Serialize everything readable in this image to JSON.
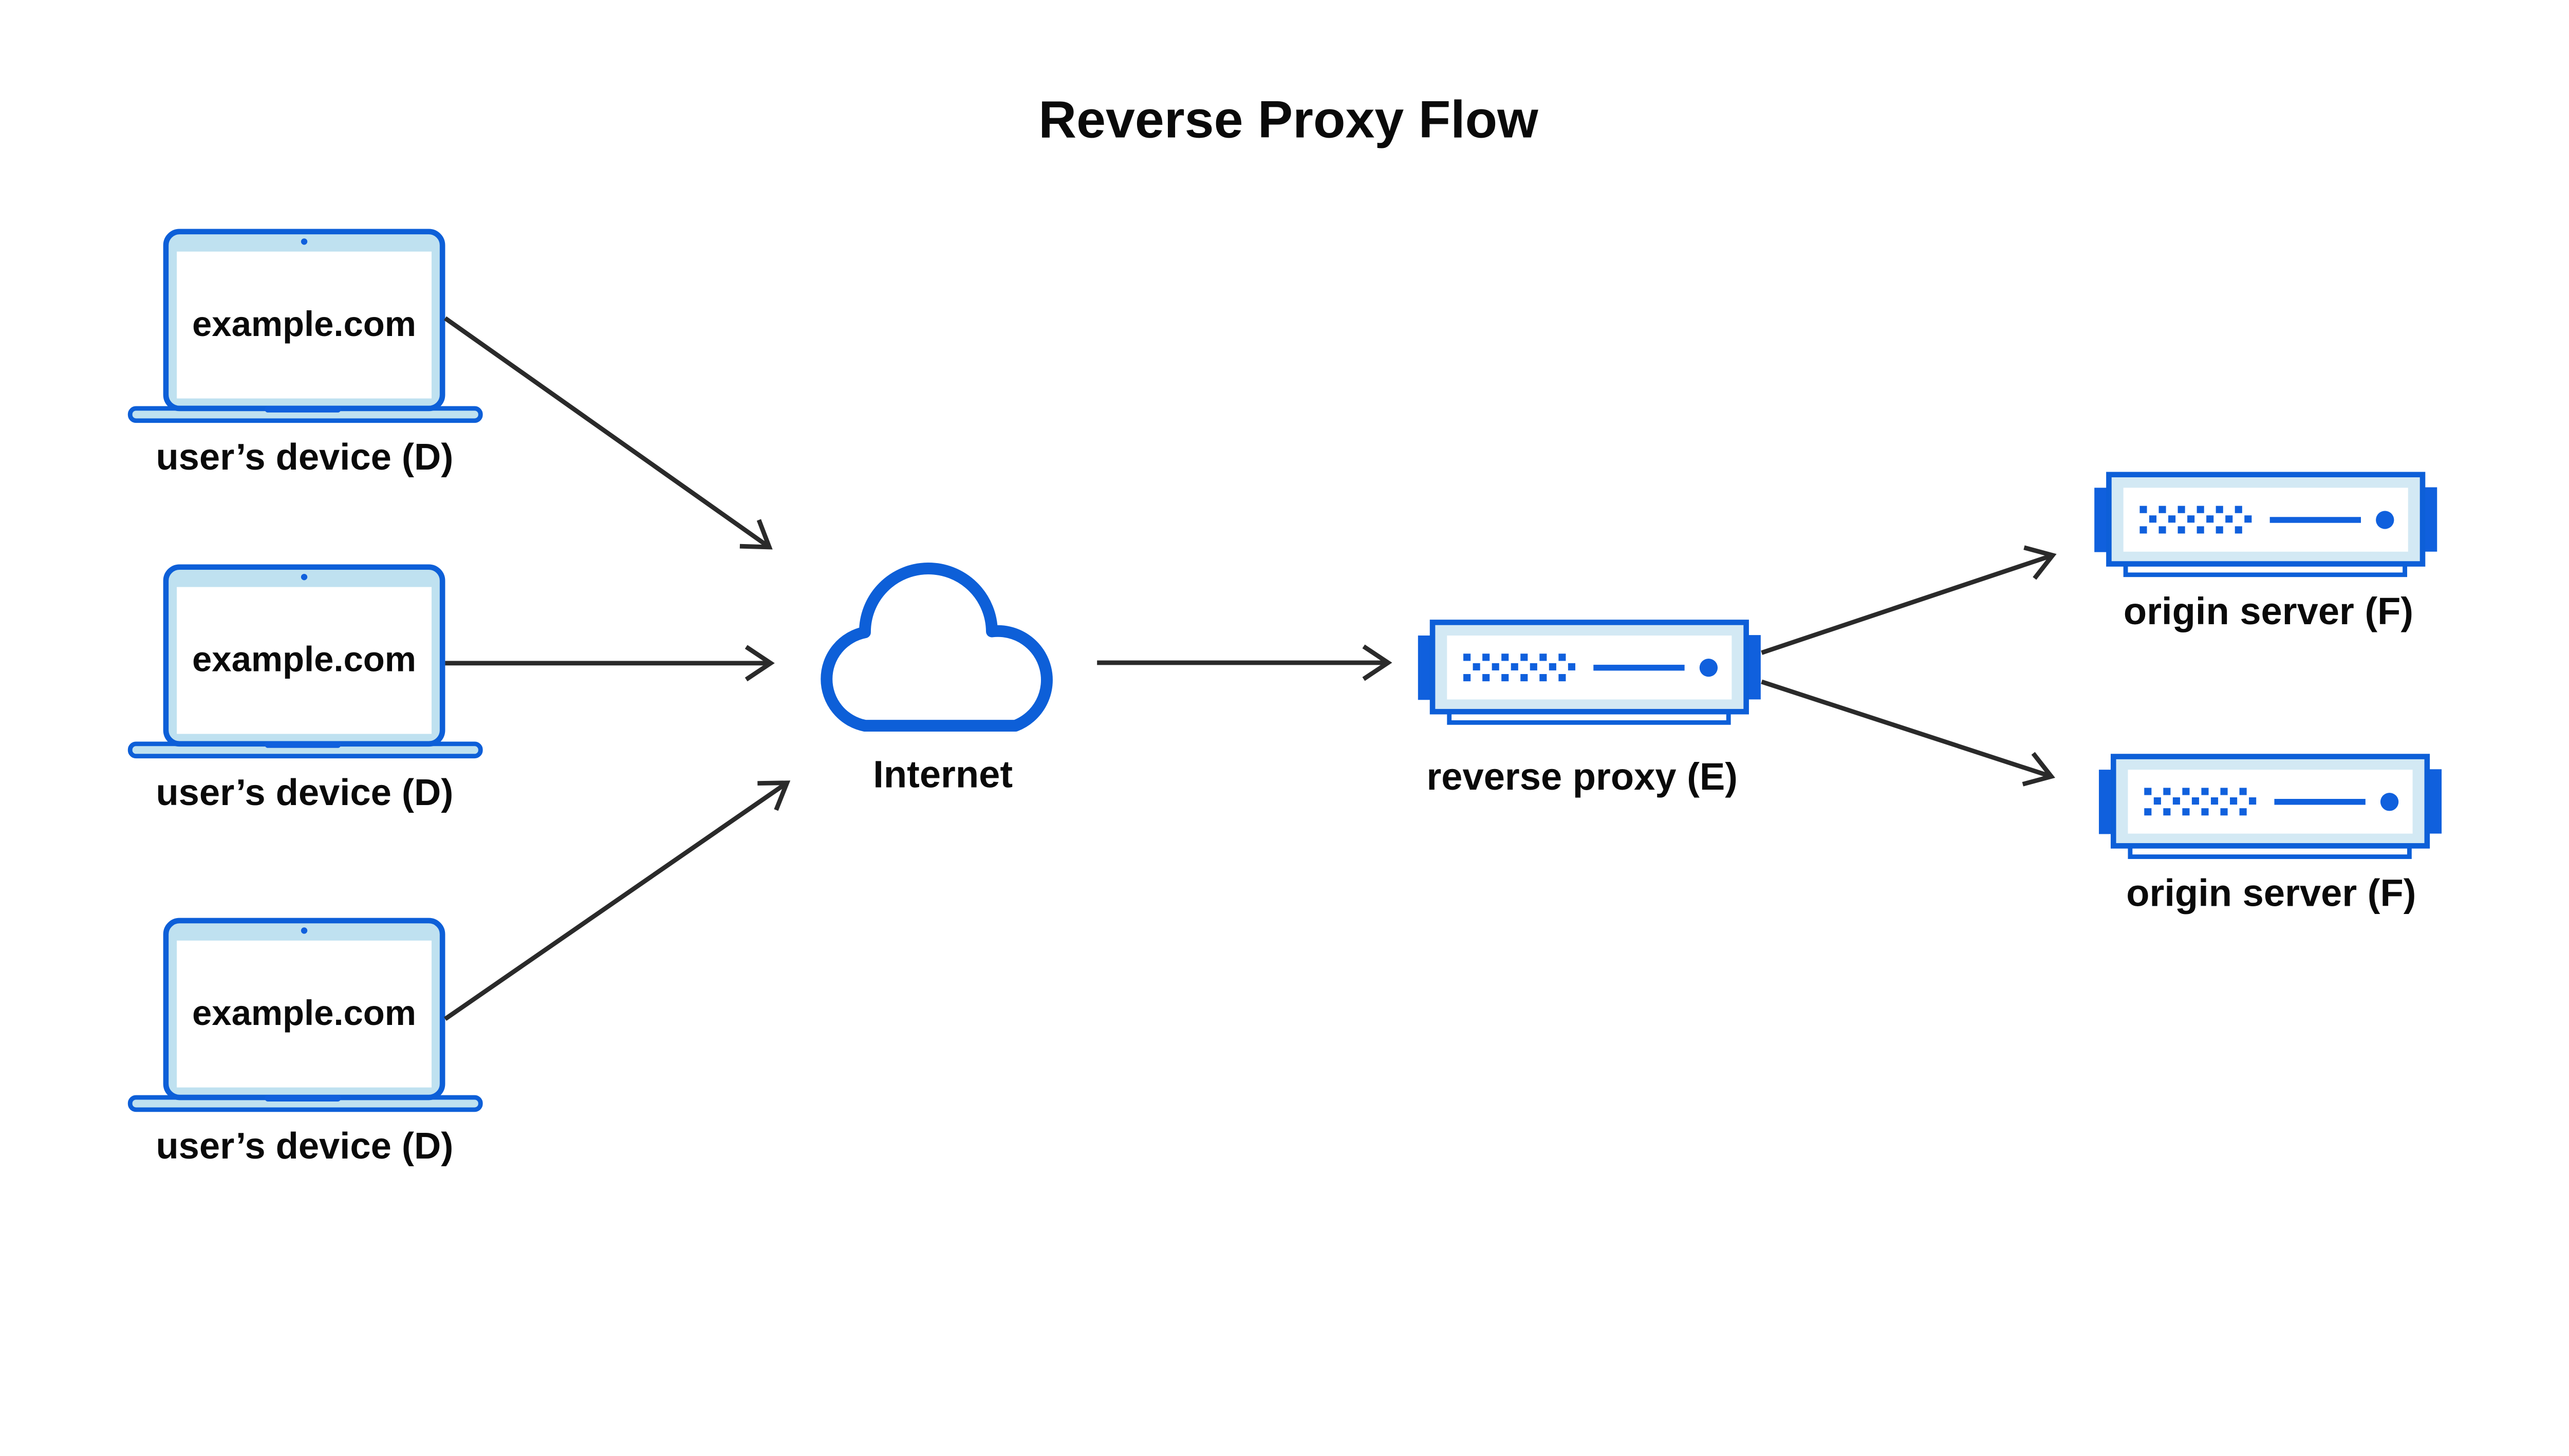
{
  "title": "Reverse Proxy Flow",
  "palette": {
    "blue": "#0d5fd8",
    "blue_fill": "#1060dd",
    "light_blue_device": "#bfe1f0",
    "light_blue_server": "#d3e9f4",
    "arrow_black": "#2a2a2a",
    "text_black": "#0a0a0a",
    "background": "#ffffff"
  },
  "devices": [
    {
      "screen_text": "example.com",
      "label": "user’s device (D)"
    },
    {
      "screen_text": "example.com",
      "label": "user’s device (D)"
    },
    {
      "screen_text": "example.com",
      "label": "user’s device (D)"
    }
  ],
  "internet": {
    "label": "Internet"
  },
  "reverse_proxy": {
    "label": "reverse proxy (E)"
  },
  "origin_servers": [
    {
      "label": "origin server (F)"
    },
    {
      "label": "origin server (F)"
    }
  ]
}
